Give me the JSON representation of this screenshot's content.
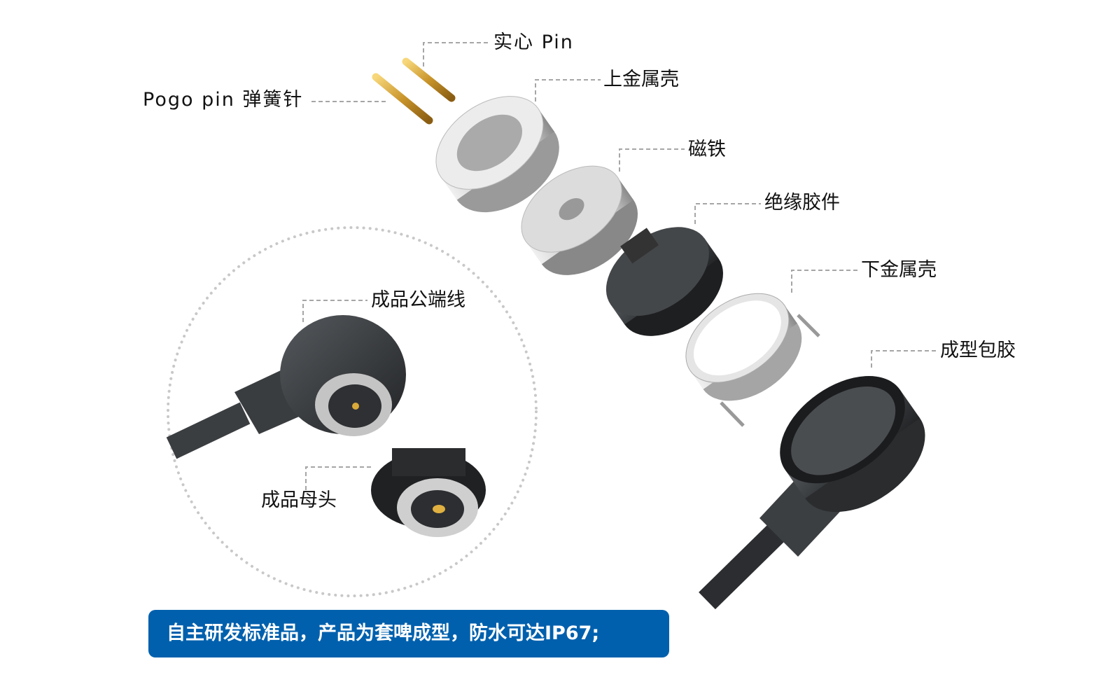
{
  "labels": {
    "solid_pin": "实心 Pin",
    "pogo_pin": "Pogo pin 弹簧针",
    "upper_shell": "上金属壳",
    "magnet": "磁铁",
    "insulator": "绝缘胶件",
    "lower_shell": "下金属壳",
    "overmold": "成型包胶",
    "male_cable": "成品公端线",
    "female_head": "成品母头"
  },
  "banner": {
    "text": "自主研发标准品，产品为套啤成型，防水可达IP67;"
  },
  "colors": {
    "banner": "#0060ad",
    "gold": "#d9a93a",
    "metal": "#c8c8c8",
    "rubber": "#3a3d40",
    "leader": "#a6a6a6"
  }
}
